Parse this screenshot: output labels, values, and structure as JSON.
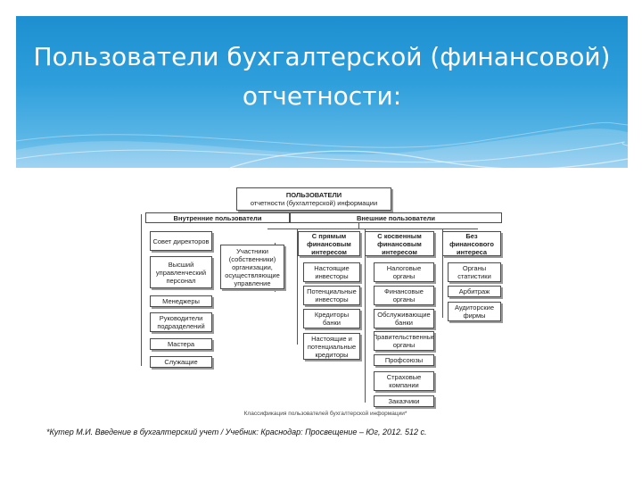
{
  "slide": {
    "title_line1": "Пользователи бухгалтерской (финансовой)",
    "title_line2": "отчетности:",
    "footnote": "*Кутер М.И. Введение в бухгалтерский учет / Учебник: Краснодар: Просвещение – Юг, 2012. 512 с."
  },
  "diagram": {
    "root_line1": "ПОЛЬЗОВАТЕЛИ",
    "root_line2": "отчетности (бухгалтерской) информации",
    "internal_title": "Внутренние пользователи",
    "external_title": "Внешние пользователи",
    "internal_items": [
      "Совет директоров",
      "Высший управленческий персонал",
      "Менеджеры",
      "Руководители подразделений",
      "Мастера",
      "Служащие"
    ],
    "owners": "Участники (собственники) организации, осуществляющие управление",
    "direct_title": "С прямым финансовым интересом",
    "direct_items": [
      "Настоящие инвесторы",
      "Потенциальные инвесторы",
      "Кредиторы банки",
      "Настоящие и потенциальные кредиторы"
    ],
    "indirect_title": "С косвенным финансовым интересом",
    "indirect_items": [
      "Налоговые органы",
      "Финансовые органы",
      "Обслуживающие банки",
      "Правительственные органы",
      "Профсоюзы",
      "Страховые компании",
      "Заказчики"
    ],
    "nonfin_title": "Без финансового интереса",
    "nonfin_items": [
      "Органы статистики",
      "Арбитраж",
      "Аудиторские фирмы"
    ],
    "caption": "Классификация пользователей бухгалтерской информации*"
  },
  "colors": {
    "header_blue": "#2f9fdc",
    "title_text": "#ffffff"
  }
}
